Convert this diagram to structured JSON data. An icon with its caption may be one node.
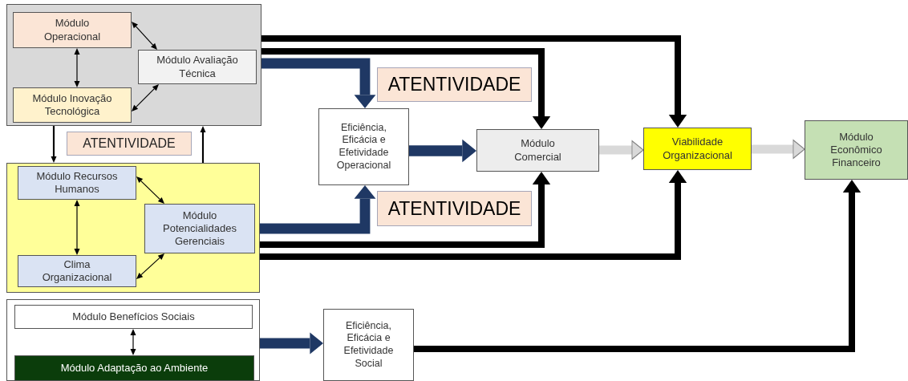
{
  "diagram": {
    "nodes": [
      {
        "text": [],
        "shape": "box"
      },
      {
        "text": [
          "Módulo Operacional"
        ],
        "in": 0
      },
      {
        "text": [
          "Módulo Avaliação Técnica"
        ],
        "in": 0
      },
      {
        "text": [
          "Módulo Inovação Tecnológica"
        ],
        "in": 0
      },
      {
        "text": [
          "ATENTIVIDADE"
        ]
      },
      {
        "text": [],
        "shape": "box"
      },
      {
        "text": [
          "Módulo Recursos Humanos"
        ],
        "in": 5
      },
      {
        "text": [
          "Módulo Potencialidades Gerenciais"
        ],
        "in": 5
      },
      {
        "text": [
          "Clima Organizacional"
        ],
        "in": 5
      },
      {
        "text": [],
        "shape": "box"
      },
      {
        "text": [
          "Módulo Benefícios Sociais"
        ],
        "in": 9
      },
      {
        "text": [
          "Módulo Adaptação ao Ambiente"
        ],
        "in": 9
      },
      {
        "text": [
          "ATENTIVIDADE"
        ]
      },
      {
        "text": [
          "Eficiência, Eficácia e Efetividade Operacional"
        ]
      },
      {
        "text": [
          "ATENTIVIDADE"
        ]
      },
      {
        "text": [
          "Módulo Comercial"
        ]
      },
      {
        "text": [
          "Viabilidade Organizacional"
        ]
      },
      {
        "text": [
          "Módulo Econômico Financeiro"
        ]
      },
      {
        "text": [
          "Eficiência, Eficácia e Efetividade Social"
        ]
      }
    ],
    "edges": [
      {
        "from": 1,
        "to": 2,
        "arrow": "both"
      },
      {
        "from": 1,
        "to": 3,
        "arrow": "both"
      },
      {
        "from": 3,
        "to": 2,
        "arrow": "both"
      },
      {
        "from": 0,
        "to": 5,
        "arrow": "to"
      },
      {
        "from": 5,
        "to": 0,
        "arrow": "to"
      },
      {
        "from": 6,
        "to": 7,
        "arrow": "both"
      },
      {
        "from": 6,
        "to": 8,
        "arrow": "both"
      },
      {
        "from": 8,
        "to": 7,
        "arrow": "both"
      },
      {
        "from": 10,
        "to": 11,
        "arrow": "both"
      },
      {
        "from": 0,
        "to": 16,
        "arrow": "to"
      },
      {
        "from": 0,
        "to": 15,
        "arrow": "to"
      },
      {
        "from": 0,
        "to": 13,
        "arrow": "to",
        "color": "#1f3864"
      },
      {
        "from": 5,
        "to": 13,
        "arrow": "to",
        "color": "#1f3864"
      },
      {
        "from": 5,
        "to": 15,
        "arrow": "to"
      },
      {
        "from": 5,
        "to": 16,
        "arrow": "to"
      },
      {
        "from": 13,
        "to": 15,
        "arrow": "to",
        "color": "#1f3864"
      },
      {
        "from": 15,
        "to": 16,
        "arrow": "to",
        "color": "#d9d9d9"
      },
      {
        "from": 16,
        "to": 17,
        "arrow": "to",
        "color": "#d9d9d9"
      },
      {
        "from": 9,
        "to": 18,
        "arrow": "to",
        "color": "#1f3864"
      },
      {
        "from": 18,
        "to": 17,
        "arrow": "to"
      }
    ]
  }
}
